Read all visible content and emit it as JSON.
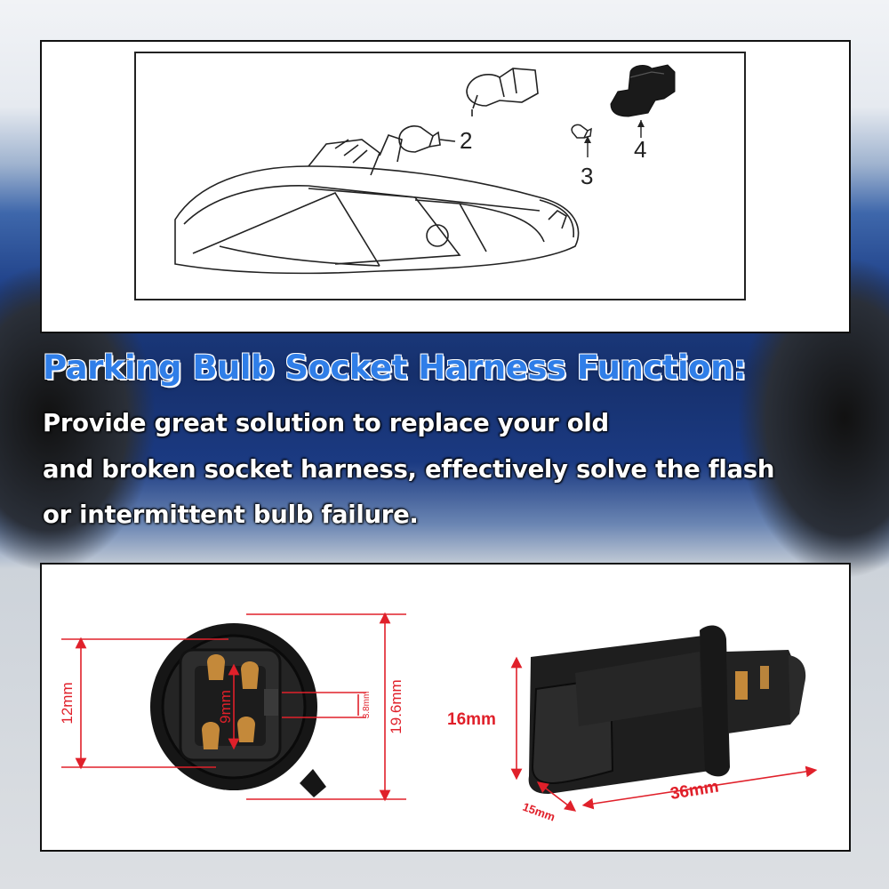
{
  "diagram": {
    "callouts": [
      "2",
      "3",
      "4"
    ]
  },
  "function_section": {
    "heading": "Parking Bulb Socket Harness Function:",
    "body_lines": [
      "Provide great solution to replace your old",
      "and broken socket harness, effectively solve the flash",
      "or intermittent bulb failure."
    ]
  },
  "dimensions": {
    "front": {
      "height_outer": "12mm",
      "inner": "9mm",
      "pin": "3.8mm",
      "overall": "19.6mm"
    },
    "side": {
      "height": "16mm",
      "width": "15mm",
      "length": "36mm"
    }
  },
  "colors": {
    "heading": "#2f7ee8",
    "dimension": "#e0202a"
  },
  "icons": [
    "headlight-assembly",
    "bulb",
    "socket"
  ]
}
